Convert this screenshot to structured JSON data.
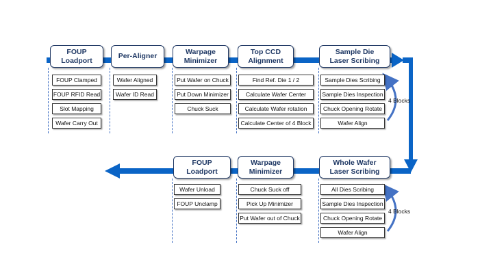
{
  "row1": {
    "stages": [
      {
        "title": "FOUP\nLoadport",
        "steps": [
          "FOUP Clamped",
          "FOUP RFID Read",
          "Slot Mapping",
          "Wafer Carry Out"
        ]
      },
      {
        "title": "Per-Aligner",
        "steps": [
          "Wafer Aligned",
          "Wafer ID Read"
        ]
      },
      {
        "title": "Warpage\nMinimizer",
        "steps": [
          "Put Wafer on Chuck",
          "Put Down Minimizer",
          "Chuck Suck"
        ]
      },
      {
        "title": "Top CCD\nAlignment",
        "steps": [
          "Find Ref. Die 1 / 2",
          "Calculate Wafer Center",
          "Calculate Wafer rotation",
          "Calculate Center of 4 Block"
        ]
      },
      {
        "title": "Sample Die\nLaser Scribing",
        "steps": [
          "Sample Dies Scribing",
          "Sample Dies Inspection",
          "Chuck Opening Rotate",
          "Wafer Align"
        ]
      }
    ],
    "loop_label": "4 Blocks"
  },
  "row2": {
    "stages": [
      {
        "title": "FOUP\nLoadport",
        "steps": [
          "Wafer Unload",
          "FOUP Unclamp"
        ]
      },
      {
        "title": "Warpage\nMinimizer",
        "steps": [
          "Chuck Suck off",
          "Pick Up Minimizer",
          "Put Wafer out of Chuck"
        ]
      },
      {
        "title": "Whole Wafer\nLaser Scribing",
        "steps": [
          "All Dies Scribing",
          "Sample Dies Inspection",
          "Chuck Opening Rotate",
          "Wafer Align"
        ]
      }
    ],
    "loop_label": "4 Blocks"
  },
  "colors": {
    "arrow": "#0a64c6",
    "header_text": "#1f3864",
    "guide_line": "#4472c4",
    "loop_arrow": "#4472c4"
  }
}
